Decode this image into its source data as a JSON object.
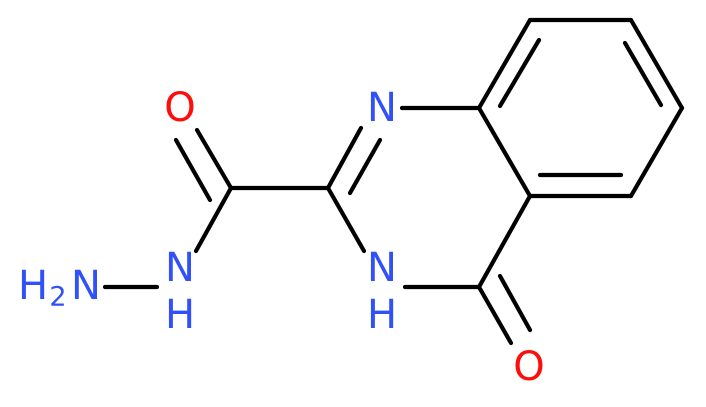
{
  "colors": {
    "background": "#ffffff",
    "bond": "#000000",
    "nitrogen": "#3050f8",
    "oxygen": "#ff0d0d"
  },
  "atoms": {
    "ring_n1": {
      "symbol": "N",
      "element": "nitrogen"
    },
    "ring_n3": {
      "symbol": "N",
      "element": "nitrogen",
      "h_label": "H"
    },
    "keto_o": {
      "symbol": "O",
      "element": "oxygen"
    },
    "amide_o": {
      "symbol": "O",
      "element": "oxygen"
    },
    "hydrazide_nh": {
      "symbol": "N",
      "element": "nitrogen",
      "h_label": "H"
    },
    "terminal_nh2": {
      "main": "H",
      "sub": "2",
      "symbol": "N",
      "element": "nitrogen"
    }
  }
}
